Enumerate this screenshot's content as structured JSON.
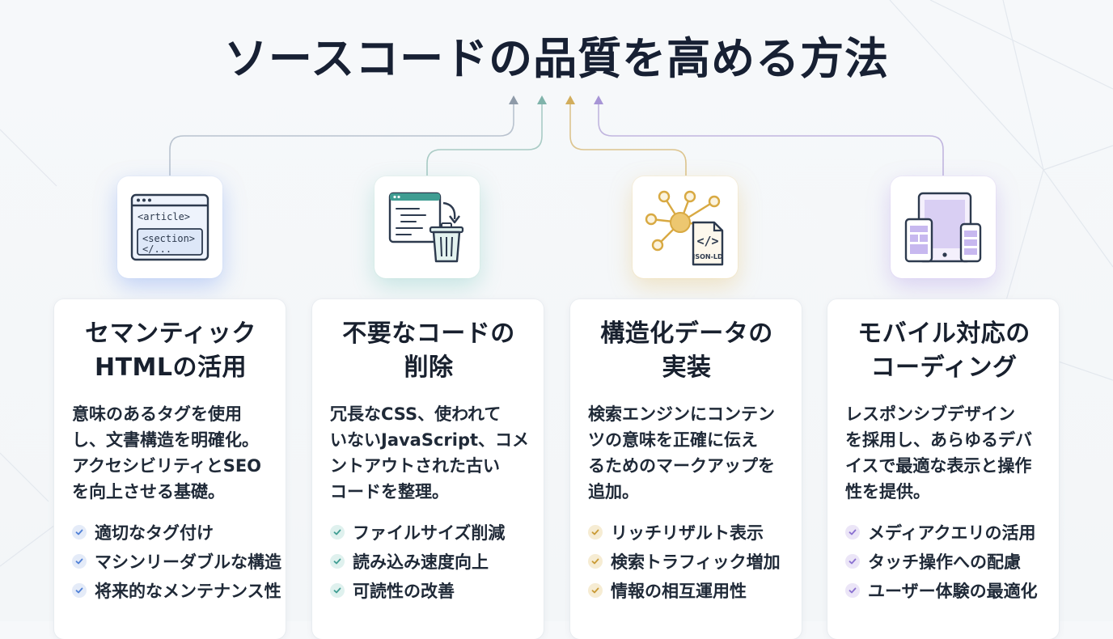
{
  "title": "ソースコードの品質を高める方法",
  "colors": {
    "blue": "#5b8de0",
    "teal": "#4aa79a",
    "gold": "#d9aa45",
    "purple": "#9b82d9",
    "text": "#1b2433"
  },
  "cards": [
    {
      "accent": "blue",
      "icon": "browser-code-icon",
      "icon_text": [
        "<article>",
        "<section>",
        "</..."
      ],
      "title": [
        "セマンティック",
        "HTMLの活用"
      ],
      "description": [
        "意味のあるタグを使用",
        "し、文書構造を明確化。",
        "アクセシビリティとSEO",
        "を向上させる基礎。"
      ],
      "items": [
        "適切なタグ付け",
        "マシンリーダブルな構造",
        "将来的なメンテナンス性"
      ]
    },
    {
      "accent": "teal",
      "icon": "code-trash-icon",
      "title": [
        "不要なコードの",
        "削除"
      ],
      "description": [
        "冗長なCSS、使われて",
        "いないJavaScript、コメ",
        "ントアウトされた古い",
        "コードを整理。"
      ],
      "items": [
        "ファイルサイズ削減",
        "読み込み速度向上",
        "可読性の改善"
      ]
    },
    {
      "accent": "gold",
      "icon": "structured-data-icon",
      "icon_text": [
        "JSON-LD"
      ],
      "title": [
        "構造化データの",
        "実装"
      ],
      "description": [
        "検索エンジンにコンテン",
        "ツの意味を正確に伝え",
        "るためのマークアップを",
        "追加。"
      ],
      "items": [
        "リッチリザルト表示",
        "検索トラフィック増加",
        "情報の相互運用性"
      ]
    },
    {
      "accent": "purple",
      "icon": "responsive-devices-icon",
      "title": [
        "モバイル対応の",
        "コーディング"
      ],
      "description": [
        "レスポンシブデザイン",
        "を採用し、あらゆるデバ",
        "イスで最適な表示と操作",
        "性を提供。"
      ],
      "items": [
        "メディアクエリの活用",
        "タッチ操作への配慮",
        "ユーザー体験の最適化"
      ]
    }
  ]
}
